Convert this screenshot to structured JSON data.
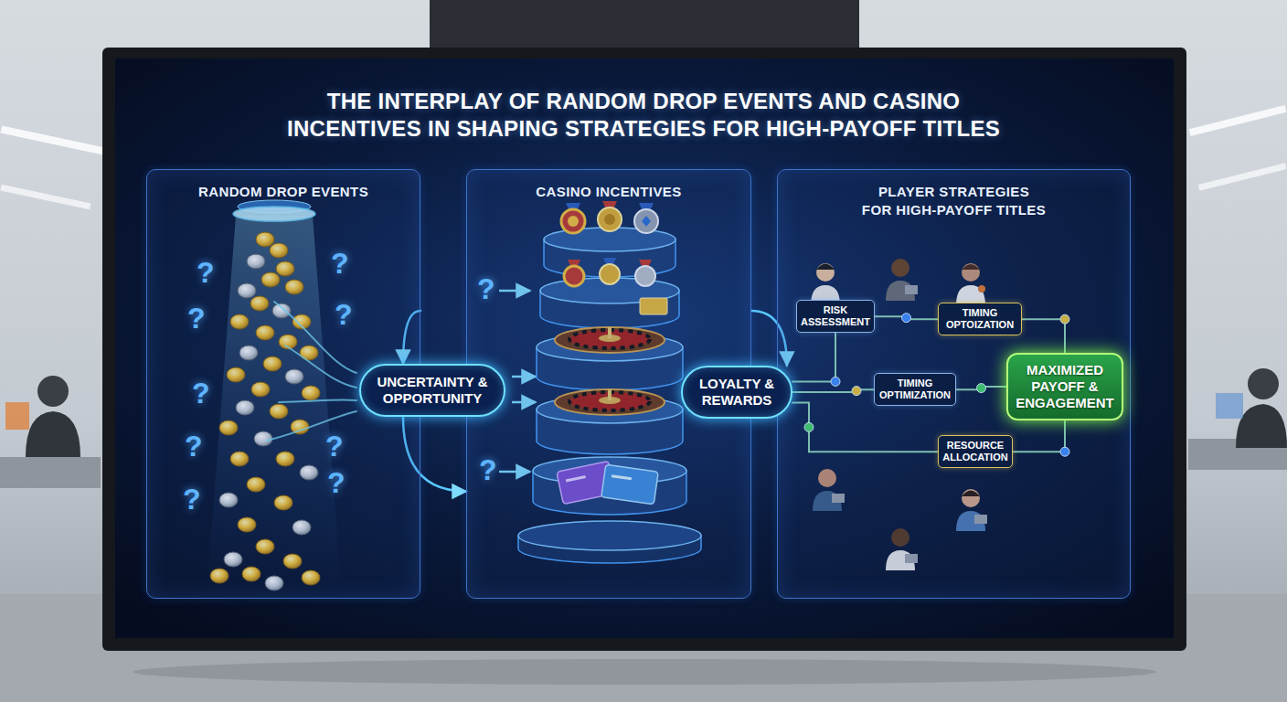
{
  "diagram": {
    "title": "THE INTERPLAY OF RANDOM DROP EVENTS AND CASINO INCENTIVES IN SHAPING STRATEGIES FOR HIGH-PAYOFF TITLES",
    "nodes": [
      {
        "text": [
          "RANDOM DROP EVENTS"
        ]
      },
      {
        "text": [
          "UNCERTAINTY & OPPORTUNITY"
        ]
      },
      {
        "text": [
          "CASINO INCENTIVES"
        ]
      },
      {
        "text": [
          "LOYALTY & REWARDS"
        ]
      },
      {
        "text": [
          "PLAYER STRATEGIES FOR HIGH-PAYOFF TITLES"
        ]
      },
      {
        "text": [
          "RISK ASSESSMENT"
        ],
        "in": 4
      },
      {
        "text": [
          "TIMING OPTOIZATION"
        ],
        "in": 4
      },
      {
        "text": [
          "TIMING OPTIMIZATION"
        ],
        "in": 4
      },
      {
        "text": [
          "RESOURCE ALLOCATION"
        ],
        "in": 4
      },
      {
        "text": [
          "MAXIMIZED PAYOFF & ENGAGEMENT"
        ],
        "in": 4
      }
    ],
    "edges": [
      {
        "from": 0,
        "to": 1,
        "arrow": "to"
      },
      {
        "from": 1,
        "to": 2,
        "arrow": "to"
      },
      {
        "from": 2,
        "to": 3,
        "arrow": "to"
      },
      {
        "from": 3,
        "to": 5,
        "arrow": "none"
      },
      {
        "from": 3,
        "to": 7,
        "arrow": "none"
      },
      {
        "from": 3,
        "to": 8,
        "arrow": "none"
      },
      {
        "from": 5,
        "to": 6,
        "arrow": "none"
      },
      {
        "from": 6,
        "to": 9,
        "arrow": "none"
      },
      {
        "from": 7,
        "to": 9,
        "arrow": "none"
      },
      {
        "from": 8,
        "to": 9,
        "arrow": "none"
      }
    ],
    "labels": [
      "?",
      "?",
      "?",
      "?",
      "?",
      "?",
      "?",
      "?",
      "?",
      "?",
      "?"
    ]
  }
}
